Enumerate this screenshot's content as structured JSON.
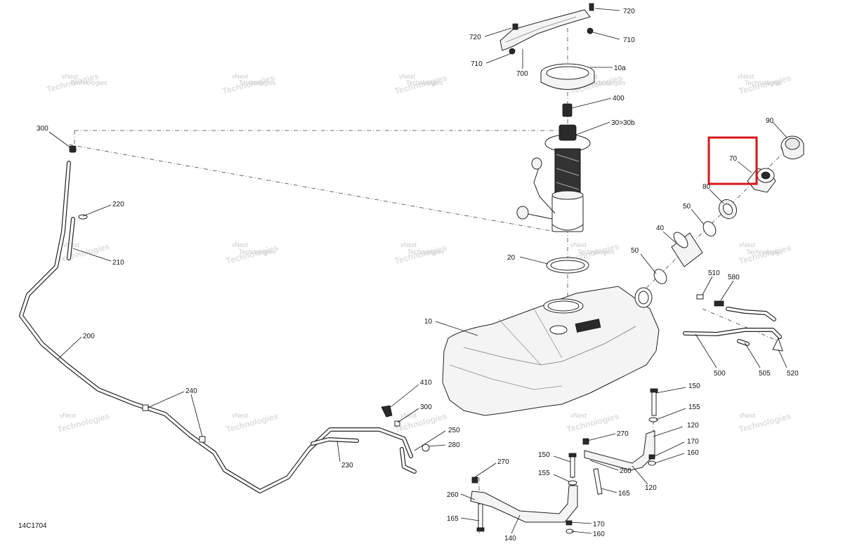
{
  "diagram_id": "14C1704",
  "watermark": {
    "line1": "vNext",
    "line2": "Technologies"
  },
  "callouts": {
    "c720a": "720",
    "c720b": "720",
    "c710a": "710",
    "c710b": "710",
    "c700": "700",
    "c10a": "10a",
    "c400": "400",
    "c30": "30>30b",
    "c300a": "300",
    "c220": "220",
    "c210": "210",
    "c200": "200",
    "c240": "240",
    "c230": "230",
    "c410": "410",
    "c300b": "300",
    "c250": "250",
    "c280": "280",
    "c20": "20",
    "c10": "10",
    "c90": "90",
    "c70": "70",
    "c80": "80",
    "c50a": "50",
    "c50b": "50",
    "c40": "40",
    "c510": "510",
    "c580": "580",
    "c500": "500",
    "c505": "505",
    "c520": "520",
    "c150a": "150",
    "c155a": "155",
    "c120a": "120",
    "c170a": "170",
    "c160a": "160",
    "c270a": "270",
    "c260a": "260",
    "c120b": "120",
    "c150b": "150",
    "c155b": "155",
    "c165a": "165",
    "c270b": "270",
    "c260b": "260",
    "c165b": "165",
    "c140": "140",
    "c170b": "170",
    "c160b": "160"
  },
  "highlight": {
    "label": "70",
    "color": "#d6161b"
  }
}
